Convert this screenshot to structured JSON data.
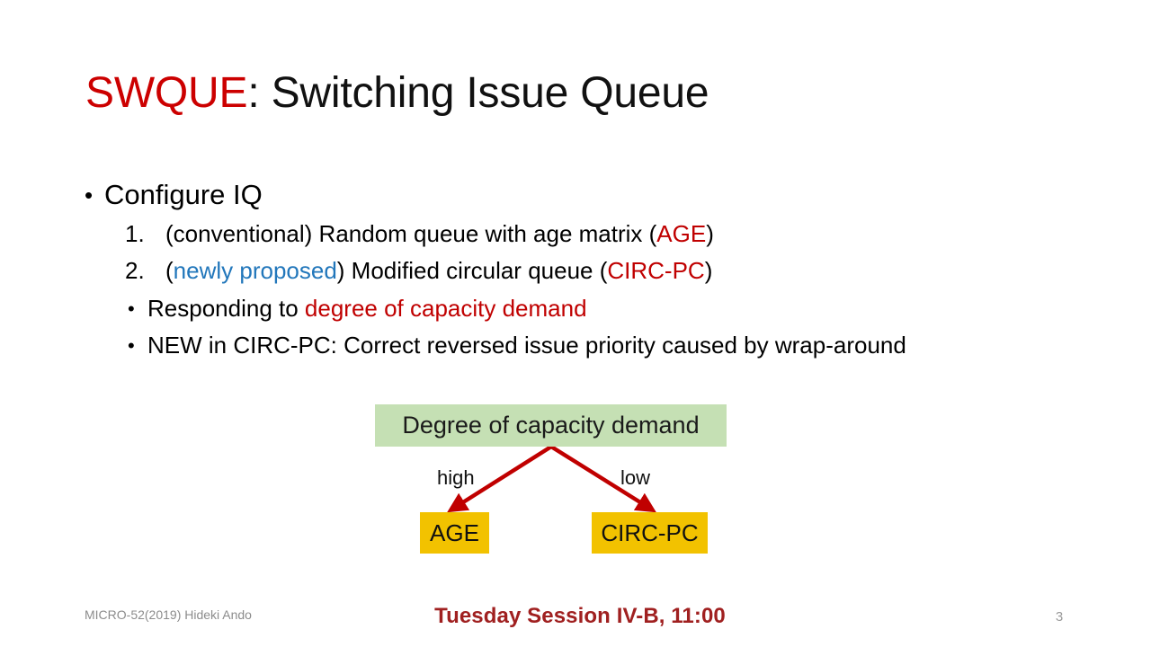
{
  "slide": {
    "title": {
      "brand": "SWQUE",
      "rest": ": Switching Issue Queue"
    },
    "bullet_main": {
      "marker": "•",
      "text": "Configure IQ"
    },
    "numbered_items": [
      {
        "number": "1.",
        "pre": "(conventional) Random queue with age matrix (",
        "highlight": "AGE",
        "post": ")"
      },
      {
        "number": "2.",
        "pre": "(",
        "highlight_blue": "newly proposed",
        "mid": ") Modified circular queue (",
        "highlight": "CIRC-PC",
        "post": ")"
      }
    ],
    "sub_bullets": [
      {
        "marker": "•",
        "pre": "Responding to ",
        "highlight": "degree of capacity demand",
        "post": ""
      },
      {
        "marker": "•",
        "pre": "NEW in CIRC-PC: Correct reversed issue priority caused by wrap-around",
        "highlight": "",
        "post": ""
      }
    ],
    "diagram": {
      "root_label": "Degree of capacity demand",
      "left_edge_label": "high",
      "right_edge_label": "low",
      "left_node_label": "AGE",
      "right_node_label": "CIRC-PC",
      "colors": {
        "root_fill": "#C5E0B4",
        "node_fill": "#F2C200",
        "arrow": "#C00000"
      }
    },
    "footer": {
      "left": "MICRO-52(2019) Hideki Ando",
      "center": "Tuesday Session IV-B, 11:00",
      "page_number": "3"
    },
    "colors": {
      "title_accent": "#CC0000",
      "emphasis_red": "#C00000",
      "emphasis_blue": "#2277BB",
      "footer_red": "#A02020",
      "footer_gray": "#8C8C8C"
    }
  }
}
